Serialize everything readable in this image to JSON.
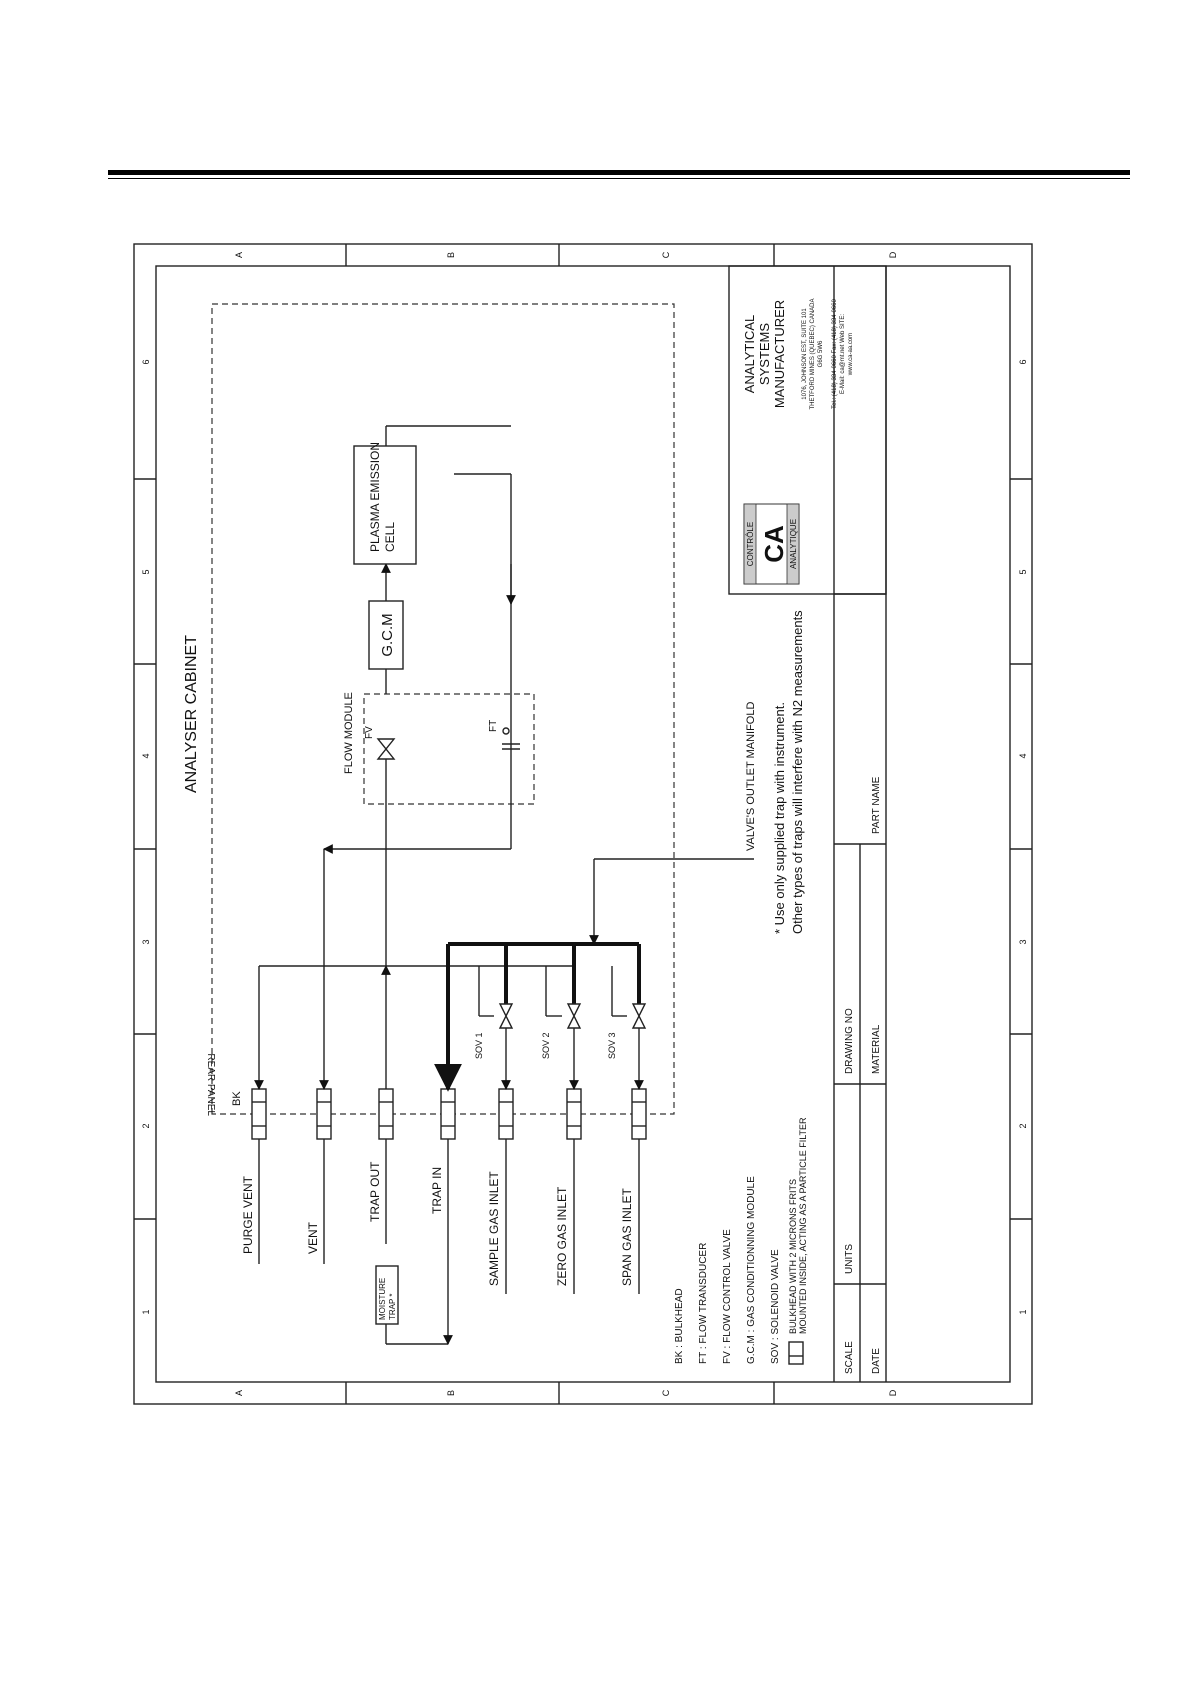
{
  "cabinet": {
    "title": "ANALYSER CABINET",
    "rear_panel_label": "REAR PANEL",
    "flow_module_label": "FLOW MODULE",
    "fv_label": "FV",
    "ft_label": "FT",
    "gcm_label": "G.C.M",
    "plasma_cell_label": [
      "PLASMA EMISSION",
      "CELL"
    ],
    "manifold_label": "VALVE'S OUTLET MANIFOLD",
    "bk_label": "BK",
    "moisture_trap_label": [
      "MOISTURE",
      "TRAP *"
    ]
  },
  "ports": [
    {
      "label": "PURGE VENT"
    },
    {
      "label": "VENT"
    },
    {
      "label": "TRAP OUT"
    },
    {
      "label": "TRAP IN"
    },
    {
      "label": "SAMPLE GAS INLET"
    },
    {
      "label": "ZERO GAS INLET"
    },
    {
      "label": "SPAN GAS INLET"
    }
  ],
  "valves": [
    "SOV 1",
    "SOV 2",
    "SOV 3"
  ],
  "legend": [
    "BK : BULKHEAD",
    "FT : FLOW TRANSDUCER",
    "FV : FLOW CONTROL VALVE",
    "G.C.M : GAS CONDITIONNING MODULE",
    "SOV : SOLENOID VALVE"
  ],
  "legend_bulkhead": [
    "BULKHEAD WITH 2 MICRONS FRITS",
    "MOUNTED INSIDE, ACTING AS A PARTICLE FILTER"
  ],
  "note": [
    "* Use only supplied trap with instrument.",
    "Other types of traps will interfere with N2 measurements"
  ],
  "title_block": {
    "scale": "SCALE",
    "date": "DATE",
    "units": "UNITS",
    "drawing_no": "DRAWING NO",
    "material": "MATERIAL",
    "part_name": "PART NAME"
  },
  "company": {
    "logo_top": "CONTRÔLE",
    "logo_mark": "CA",
    "logo_bottom": "ANALYTIQUE",
    "name": [
      "ANALYTICAL",
      "SYSTEMS",
      "MANUFACTURER"
    ],
    "address": [
      "1076, JOHNSON EST, SUITE 101",
      "THETFORD MINES (QUEBEC) CANADA",
      "G6G 5W6"
    ],
    "contact": [
      "Tel.: (418) 334-0660 Fax: (418) 334-0660",
      "E-Mail: ca@mt.net Web SITE:",
      "www.ca-aa.com"
    ]
  },
  "grid": {
    "rows": [
      "A",
      "B",
      "C",
      "D"
    ],
    "cols": [
      "1",
      "2",
      "3",
      "4",
      "5",
      "6"
    ]
  }
}
